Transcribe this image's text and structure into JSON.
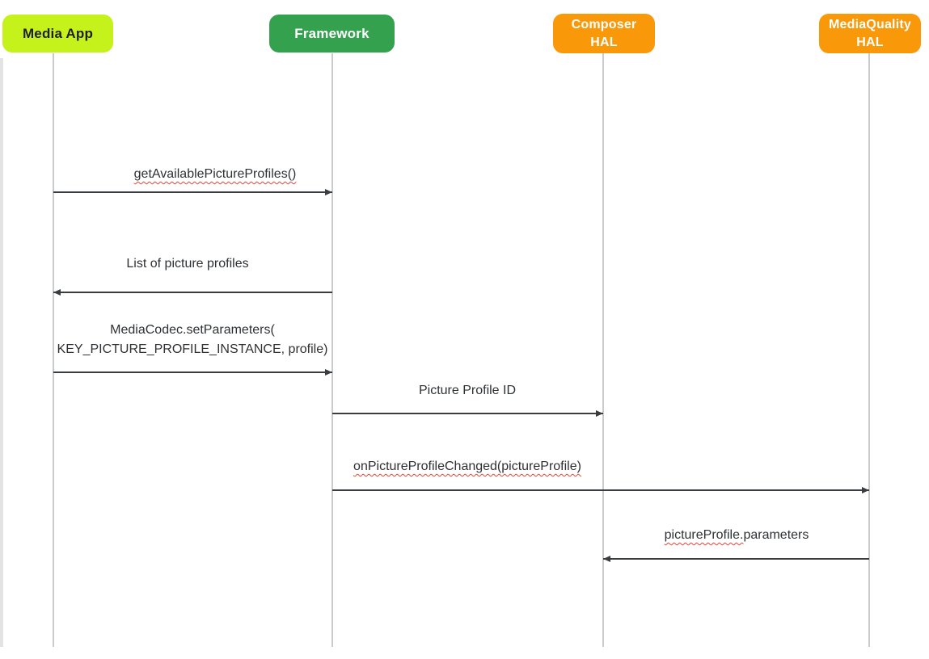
{
  "diagram": {
    "type": "sequence-diagram",
    "actors": [
      {
        "label": "Media App",
        "bg_color": "#C5F21A",
        "text_color": "#1F1F1F"
      },
      {
        "label": "Framework",
        "bg_color": "#34A14E",
        "text_color": "#FFFFFF"
      },
      {
        "label_line1": "Composer",
        "label_line2": "HAL",
        "bg_color": "#F99808",
        "text_color": "#FFFFFF"
      },
      {
        "label_line1": "MediaQuality",
        "label_line2": "HAL",
        "bg_color": "#F99808",
        "text_color": "#FFFFFF"
      }
    ],
    "messages": [
      {
        "label": "getAvailablePictureProfiles()",
        "from": "Media App",
        "to": "Framework",
        "direction": "right",
        "spellcheck_underline": true
      },
      {
        "label": "List of picture profiles",
        "from": "Framework",
        "to": "Media App",
        "direction": "left",
        "spellcheck_underline": false
      },
      {
        "label_line1": "MediaCodec.setParameters(",
        "label_line2": "KEY_PICTURE_PROFILE_INSTANCE, profile)",
        "from": "Media App",
        "to": "Framework",
        "direction": "right",
        "spellcheck_underline": false
      },
      {
        "label": "Picture Profile ID",
        "from": "Framework",
        "to": "Composer HAL",
        "direction": "right",
        "spellcheck_underline": false
      },
      {
        "label": "onPictureProfileChanged(pictureProfile)",
        "from": "Framework",
        "to": "MediaQuality HAL",
        "direction": "right",
        "spellcheck_underline": true
      },
      {
        "label_underlined": "pictureProfile.",
        "label_rest": "parameters",
        "from": "MediaQuality HAL",
        "to": "Composer HAL",
        "direction": "left",
        "spellcheck_underline": true
      }
    ],
    "colors": {
      "lifeline": "#C9CBCC",
      "arrow": "#3A3D40",
      "spellcheck_underline": "#E94335",
      "background": "#FFFFFF",
      "left_edge_bar": "#E3E3E3"
    }
  }
}
